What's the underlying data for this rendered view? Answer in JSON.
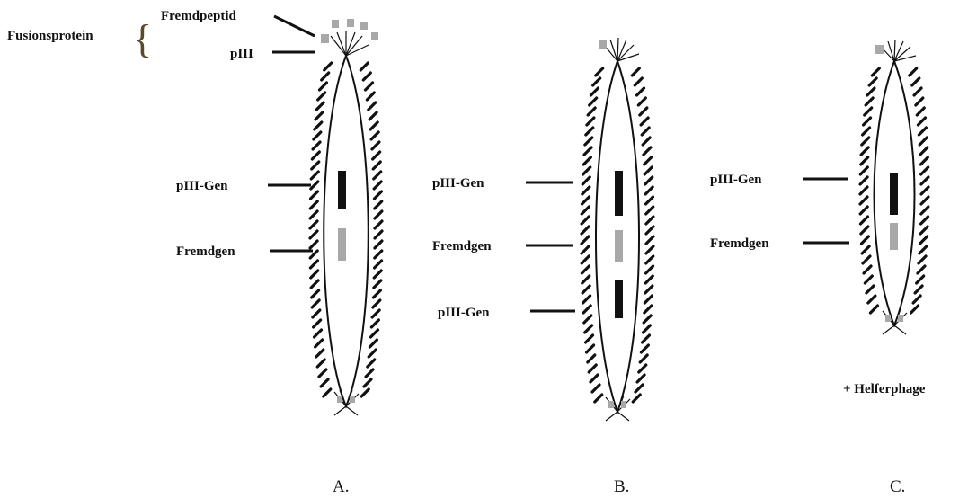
{
  "labels": {
    "fusion": "Fusionsprotein",
    "foreign_peptide": "Fremdpeptid",
    "p3": "pIII",
    "p3_gene": "pIII-Gen",
    "foreign_gene": "Fremdgen",
    "helper": "+ Helferphage"
  },
  "panels": [
    {
      "caption": "A.",
      "gene_labels": [
        "pIII-Gen",
        "Fremdgen"
      ]
    },
    {
      "caption": "B.",
      "gene_labels": [
        "pIII-Gen",
        "Fremdgen",
        "pIII-Gen"
      ]
    },
    {
      "caption": "C.",
      "gene_labels": [
        "pIII-Gen",
        "Fremdgen"
      ]
    }
  ],
  "colors": {
    "outline": "#111111",
    "foreign_gray": "#a8a8a8",
    "brace": "#5a4a2a"
  }
}
